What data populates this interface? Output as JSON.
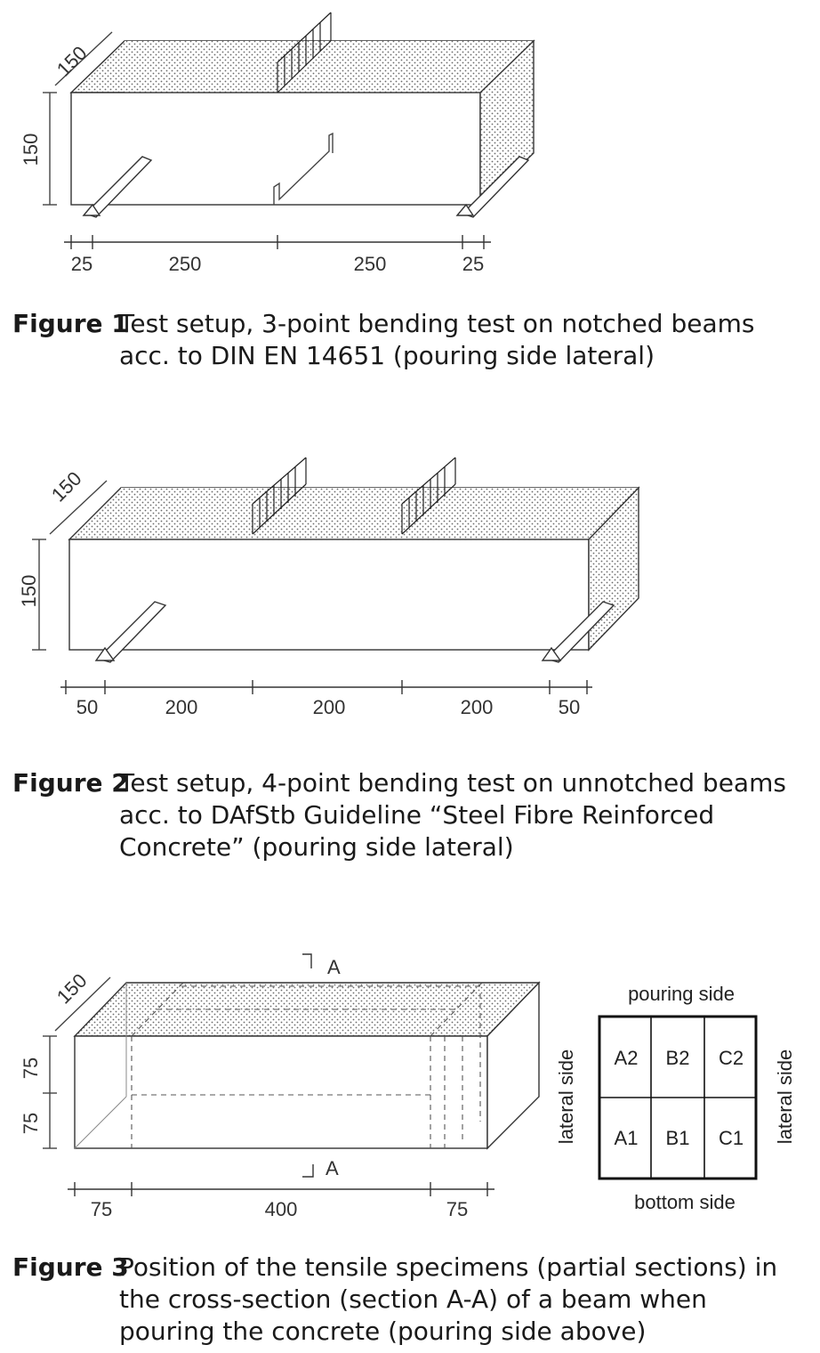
{
  "figure1": {
    "dims": {
      "depth": "150",
      "height": "150",
      "left_end": "25",
      "span_left": "250",
      "span_right": "250",
      "right_end": "25"
    },
    "caption": {
      "label": "Figure 1",
      "lines": [
        "Test setup, 3-point bending test on notched beams",
        "acc. to DIN EN 14651 (pouring side lateral)"
      ]
    }
  },
  "figure2": {
    "dims": {
      "depth": "150",
      "height": "150",
      "left_end": "50",
      "span1": "200",
      "span2": "200",
      "span3": "200",
      "right_end": "50"
    },
    "caption": {
      "label": "Figure 2",
      "lines": [
        "Test setup, 4-point bending test on unnotched beams",
        "acc. to DAfStb Guideline “Steel Fibre Reinforced",
        "Concrete” (pouring side lateral)"
      ]
    }
  },
  "figure3": {
    "dims": {
      "depth": "150",
      "height_top": "75",
      "height_bottom": "75",
      "left_end": "75",
      "middle": "400",
      "right_end": "75"
    },
    "section_top": "A",
    "section_bottom": "A",
    "cross_section": {
      "top_label": "pouring side",
      "bottom_label": "bottom side",
      "left_label": "lateral side",
      "right_label": "lateral side",
      "top_row": [
        "A2",
        "B2",
        "C2"
      ],
      "bottom_row": [
        "A1",
        "B1",
        "C1"
      ]
    },
    "caption": {
      "label": "Figure 3",
      "lines": [
        "Position of the tensile specimens (partial sections) in",
        "the cross-section (section A-A) of a beam when",
        "pouring the concrete (pouring side above)"
      ]
    }
  }
}
